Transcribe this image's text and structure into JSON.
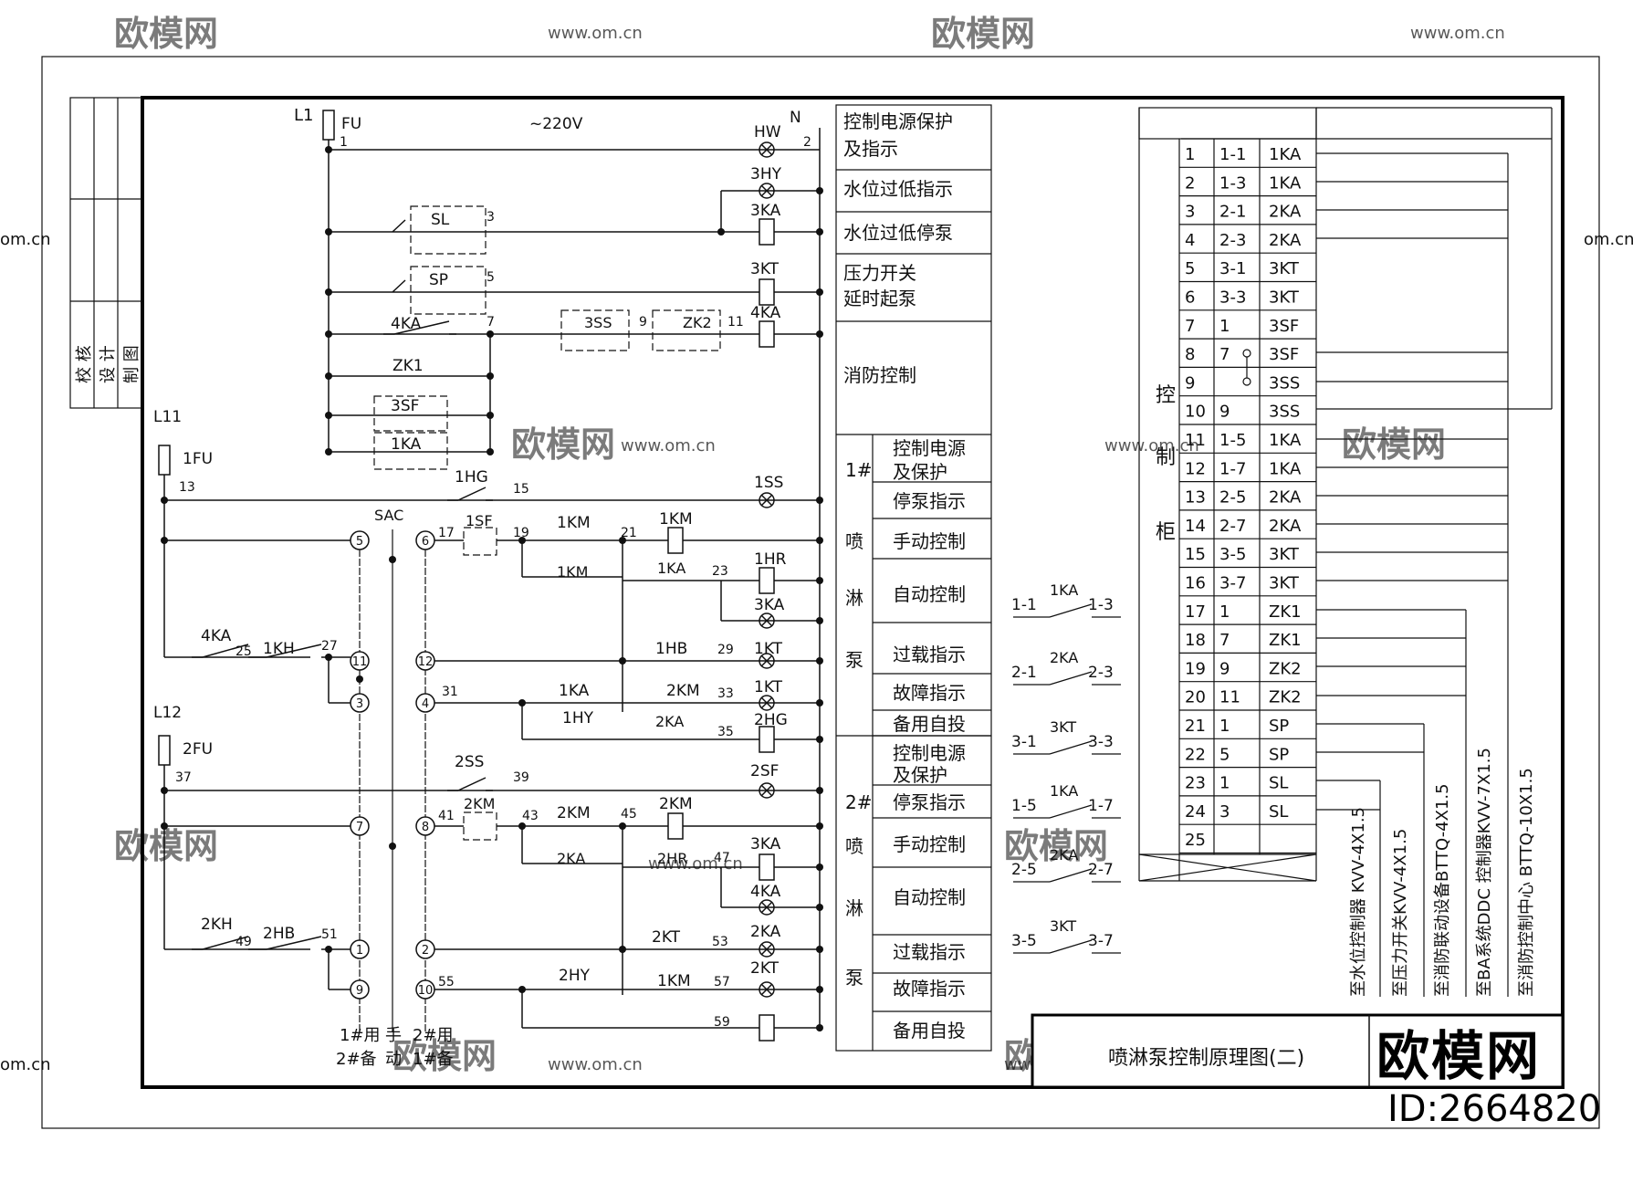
{
  "supply": {
    "phase": "L1",
    "fuse": "FU",
    "voltage": "~220V",
    "neutral": "N"
  },
  "phase_labels": {
    "l11": "L11",
    "fuse1": "1FU",
    "l12": "L12",
    "fuse2": "2FU",
    "sac": "SAC"
  },
  "wire_numbers": [
    "1",
    "2",
    "3",
    "5",
    "7",
    "9",
    "11",
    "13",
    "15",
    "17",
    "19",
    "21",
    "23",
    "25",
    "27",
    "29",
    "31",
    "33",
    "35",
    "37",
    "39",
    "41",
    "43",
    "45",
    "47",
    "49",
    "51",
    "53",
    "55",
    "57",
    "59"
  ],
  "components": [
    "HW",
    "3HY",
    "3KA",
    "SL",
    "SP",
    "3KT",
    "4KA",
    "3SS",
    "ZK2",
    "ZK1",
    "3SF",
    "1KA",
    "1HG",
    "1SS",
    "1SF",
    "1KM",
    "1KM",
    "1KM",
    "1KA",
    "1HR",
    "3KA",
    "4KA",
    "1KH",
    "1HB",
    "1KT",
    "1KA",
    "1HY",
    "2KM",
    "1KT",
    "2KA",
    "2HG",
    "2SS",
    "2SF",
    "2KM",
    "2KM",
    "2KM",
    "2KA",
    "2HR",
    "3KA",
    "4KA",
    "2KH",
    "2HB",
    "2KT",
    "2KA",
    "2HY",
    "1KM",
    "2KT"
  ],
  "selector_terminals": [
    "5",
    "6",
    "11",
    "12",
    "3",
    "4",
    "7",
    "8",
    "1",
    "2",
    "9",
    "10"
  ],
  "bottom_labels": {
    "left_top": "1#用",
    "left_bottom": "2#备",
    "mid_top": "手",
    "mid_bottom": "动",
    "right_top": "2#用",
    "right_bottom": "1#备"
  },
  "title_side": {
    "check": "校 核",
    "design": "设 计",
    "draw": "制 图"
  },
  "function_table": {
    "top_rows": [
      "控制电源保护",
      "及指示",
      "水位过低指示",
      "水位过低停泵",
      "压力开关",
      "延时起泵",
      "消防控制"
    ],
    "pump1_label": [
      "1#",
      "喷",
      "淋",
      "泵"
    ],
    "pump1_rows": [
      "控制电源",
      "及保护",
      "停泵指示",
      "手动控制",
      "自动控制",
      "过载指示",
      "故障指示",
      "备用自投"
    ],
    "pump2_label": [
      "2#",
      "喷",
      "淋",
      "泵"
    ],
    "pump2_rows": [
      "控制电源",
      "及保护",
      "停泵指示",
      "手动控制",
      "自动控制",
      "过载指示",
      "故障指示",
      "备用自投"
    ]
  },
  "contact_details": [
    {
      "left": "1-1",
      "relay": "1KA",
      "right": "1-3"
    },
    {
      "left": "2-1",
      "relay": "2KA",
      "right": "2-3"
    },
    {
      "left": "3-1",
      "relay": "3KT",
      "right": "3-3"
    },
    {
      "left": "1-5",
      "relay": "1KA",
      "right": "1-7"
    },
    {
      "left": "2-5",
      "relay": "2KA",
      "right": "2-7"
    },
    {
      "left": "3-5",
      "relay": "3KT",
      "right": "3-7"
    }
  ],
  "terminal_block": {
    "label_chars": [
      "控",
      "制",
      "柜"
    ],
    "rows": [
      {
        "no": "1",
        "wire": "1-1",
        "dev": "1KA"
      },
      {
        "no": "2",
        "wire": "1-3",
        "dev": "1KA"
      },
      {
        "no": "3",
        "wire": "2-1",
        "dev": "2KA"
      },
      {
        "no": "4",
        "wire": "2-3",
        "dev": "2KA"
      },
      {
        "no": "5",
        "wire": "3-1",
        "dev": "3KT"
      },
      {
        "no": "6",
        "wire": "3-3",
        "dev": "3KT"
      },
      {
        "no": "7",
        "wire": "1",
        "dev": "3SF"
      },
      {
        "no": "8",
        "wire": "7",
        "dev": "3SF"
      },
      {
        "no": "9",
        "wire": "",
        "dev": "3SS"
      },
      {
        "no": "10",
        "wire": "9",
        "dev": "3SS"
      },
      {
        "no": "11",
        "wire": "1-5",
        "dev": "1KA"
      },
      {
        "no": "12",
        "wire": "1-7",
        "dev": "1KA"
      },
      {
        "no": "13",
        "wire": "2-5",
        "dev": "2KA"
      },
      {
        "no": "14",
        "wire": "2-7",
        "dev": "2KA"
      },
      {
        "no": "15",
        "wire": "3-5",
        "dev": "3KT"
      },
      {
        "no": "16",
        "wire": "3-7",
        "dev": "3KT"
      },
      {
        "no": "17",
        "wire": "1",
        "dev": "ZK1"
      },
      {
        "no": "18",
        "wire": "7",
        "dev": "ZK1"
      },
      {
        "no": "19",
        "wire": "9",
        "dev": "ZK2"
      },
      {
        "no": "20",
        "wire": "11",
        "dev": "ZK2"
      },
      {
        "no": "21",
        "wire": "1",
        "dev": "SP"
      },
      {
        "no": "22",
        "wire": "5",
        "dev": "SP"
      },
      {
        "no": "23",
        "wire": "1",
        "dev": "SL"
      },
      {
        "no": "24",
        "wire": "3",
        "dev": "SL"
      },
      {
        "no": "25",
        "wire": "",
        "dev": ""
      }
    ]
  },
  "cable_destinations": [
    "至水位控制器 KVV-4X1.5",
    "至压力开关KVV-4X1.5",
    "至消防联动设备BTTQ-4X1.5",
    "至BA系统DDC 控制器KVV-7X1.5",
    "至消防控制中心 BTTQ-10X1.5"
  ],
  "title_block": {
    "title": "喷淋泵控制原理图(二)"
  },
  "watermark": {
    "brand": "欧模网",
    "site": "www.om.cn",
    "short_site": "om.cn",
    "id": "ID:2664820"
  },
  "colors": {
    "line": "#111111",
    "frame": "#000000",
    "watermark": "#c8c8c8"
  }
}
